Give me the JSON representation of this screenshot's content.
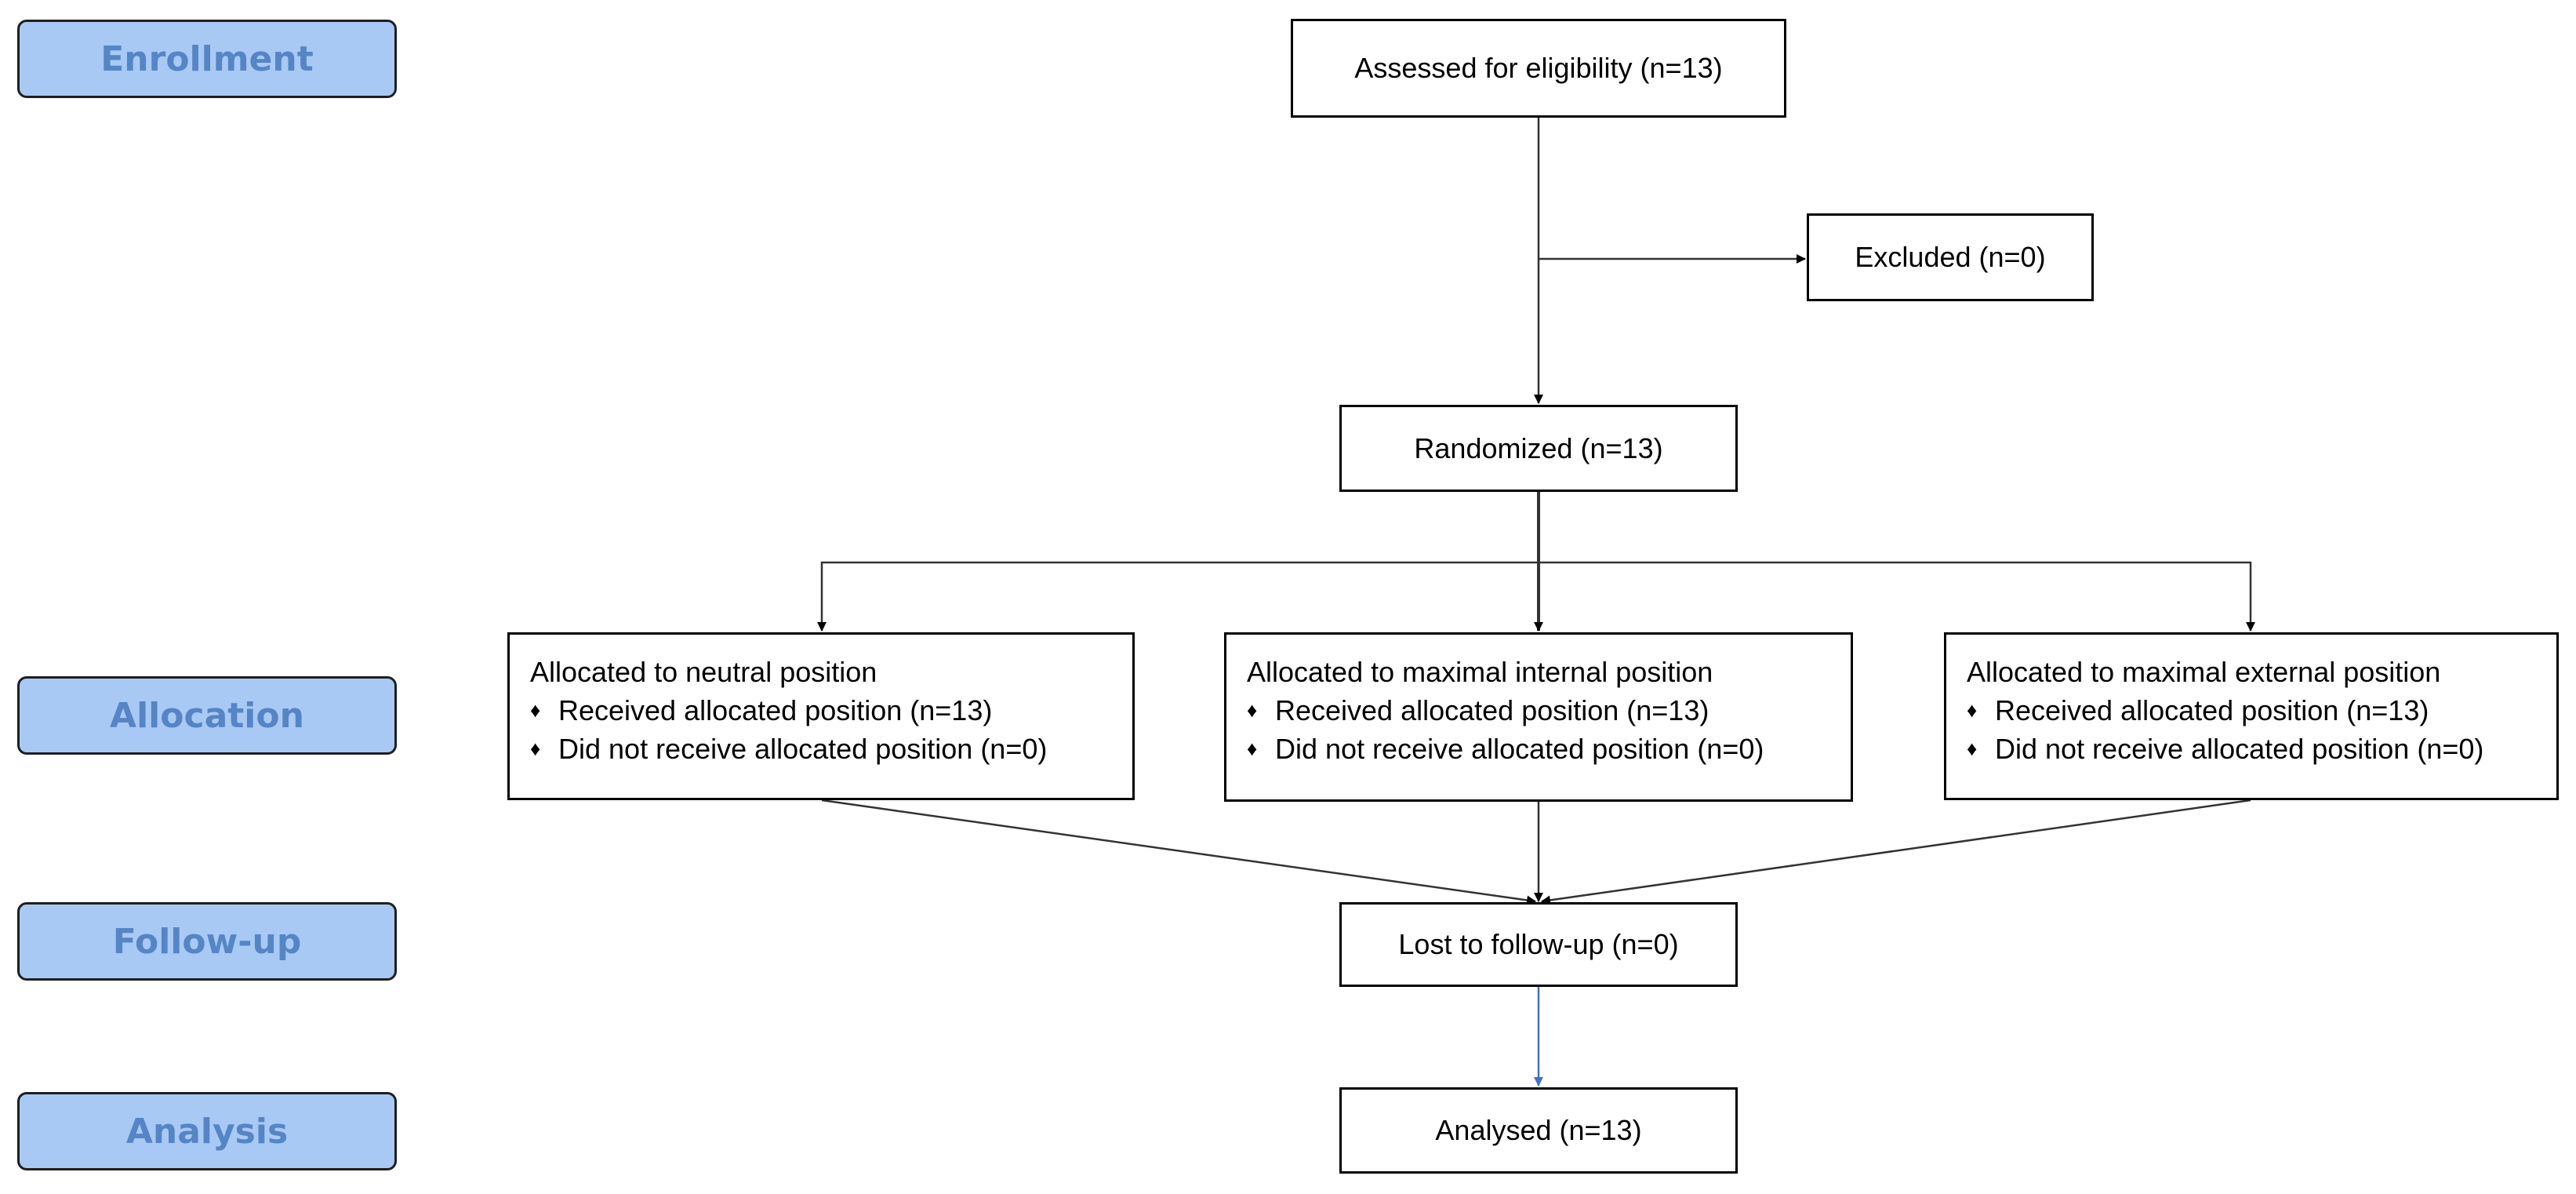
{
  "stages": {
    "enrollment": "Enrollment",
    "allocation": "Allocation",
    "follow_up": "Follow-up",
    "analysis": "Analysis"
  },
  "boxes": {
    "assessed": "Assessed for eligibility (n=13)",
    "excluded": "Excluded (n=0)",
    "randomized": "Randomized  (n=13)",
    "lost_follow_up": "Lost to follow-up  (n=0)",
    "analysed": "Analysed (n=13)"
  },
  "allocation_groups": [
    {
      "title": "Allocated to neutral position",
      "received": "Received allocated position (n=13)",
      "not_received": "Did not receive allocated position (n=0)"
    },
    {
      "title": "Allocated to maximal  internal position",
      "received": "Received allocated position (n=13)",
      "not_received": "Did not receive allocated position (n=0)"
    },
    {
      "title": "Allocated to maximal  external position",
      "received": "Received allocated position (n=13)",
      "not_received": "Did not receive allocated position (n=0)"
    }
  ],
  "bullet_glyph": "♦",
  "colors": {
    "stage_fill": "#a9c9f5",
    "stage_text": "#5585c4",
    "box_border": "#000000",
    "connector": "#333333",
    "final_arrow": "#4472c4"
  }
}
